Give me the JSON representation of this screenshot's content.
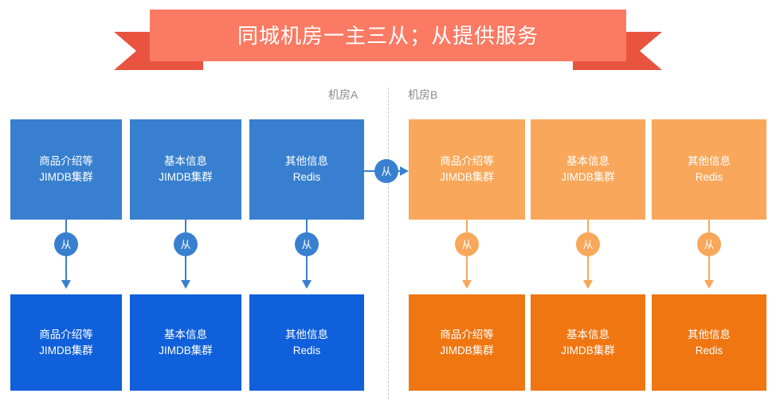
{
  "banner": {
    "title": "同城机房一主三从；从提供服务",
    "band_color": "#fa7a63",
    "tail_color": "#e8543f",
    "text_color": "#ffffff"
  },
  "rooms": {
    "label_a": "机房A",
    "label_b": "机房B",
    "label_color": "#8b8b8b",
    "divider_color": "#c8c8c8"
  },
  "colors": {
    "blue_light": "#3880cf",
    "blue_dark": "#1060db",
    "orange_light": "#f9a75a",
    "orange_dark": "#f07612"
  },
  "datacenter_a": {
    "top_row": [
      {
        "line1": "商品介绍等",
        "line2": "JIMDB集群"
      },
      {
        "line1": "基本信息",
        "line2": "JIMDB集群"
      },
      {
        "line1": "其他信息",
        "line2": "Redis"
      }
    ],
    "bottom_row": [
      {
        "line1": "商品介绍等",
        "line2": "JIMDB集群"
      },
      {
        "line1": "基本信息",
        "line2": "JIMDB集群"
      },
      {
        "line1": "其他信息",
        "line2": "Redis"
      }
    ]
  },
  "datacenter_b": {
    "top_row": [
      {
        "line1": "商品介绍等",
        "line2": "JIMDB集群"
      },
      {
        "line1": "基本信息",
        "line2": "JIMDB集群"
      },
      {
        "line1": "其他信息",
        "line2": "Redis"
      }
    ],
    "bottom_row": [
      {
        "line1": "商品介绍等",
        "line2": "JIMDB集群"
      },
      {
        "line1": "基本信息",
        "line2": "JIMDB集群"
      },
      {
        "line1": "其他信息",
        "line2": "Redis"
      }
    ]
  },
  "connectors": {
    "replica_badge_label": "从",
    "cross_room_badge_label": "从"
  }
}
